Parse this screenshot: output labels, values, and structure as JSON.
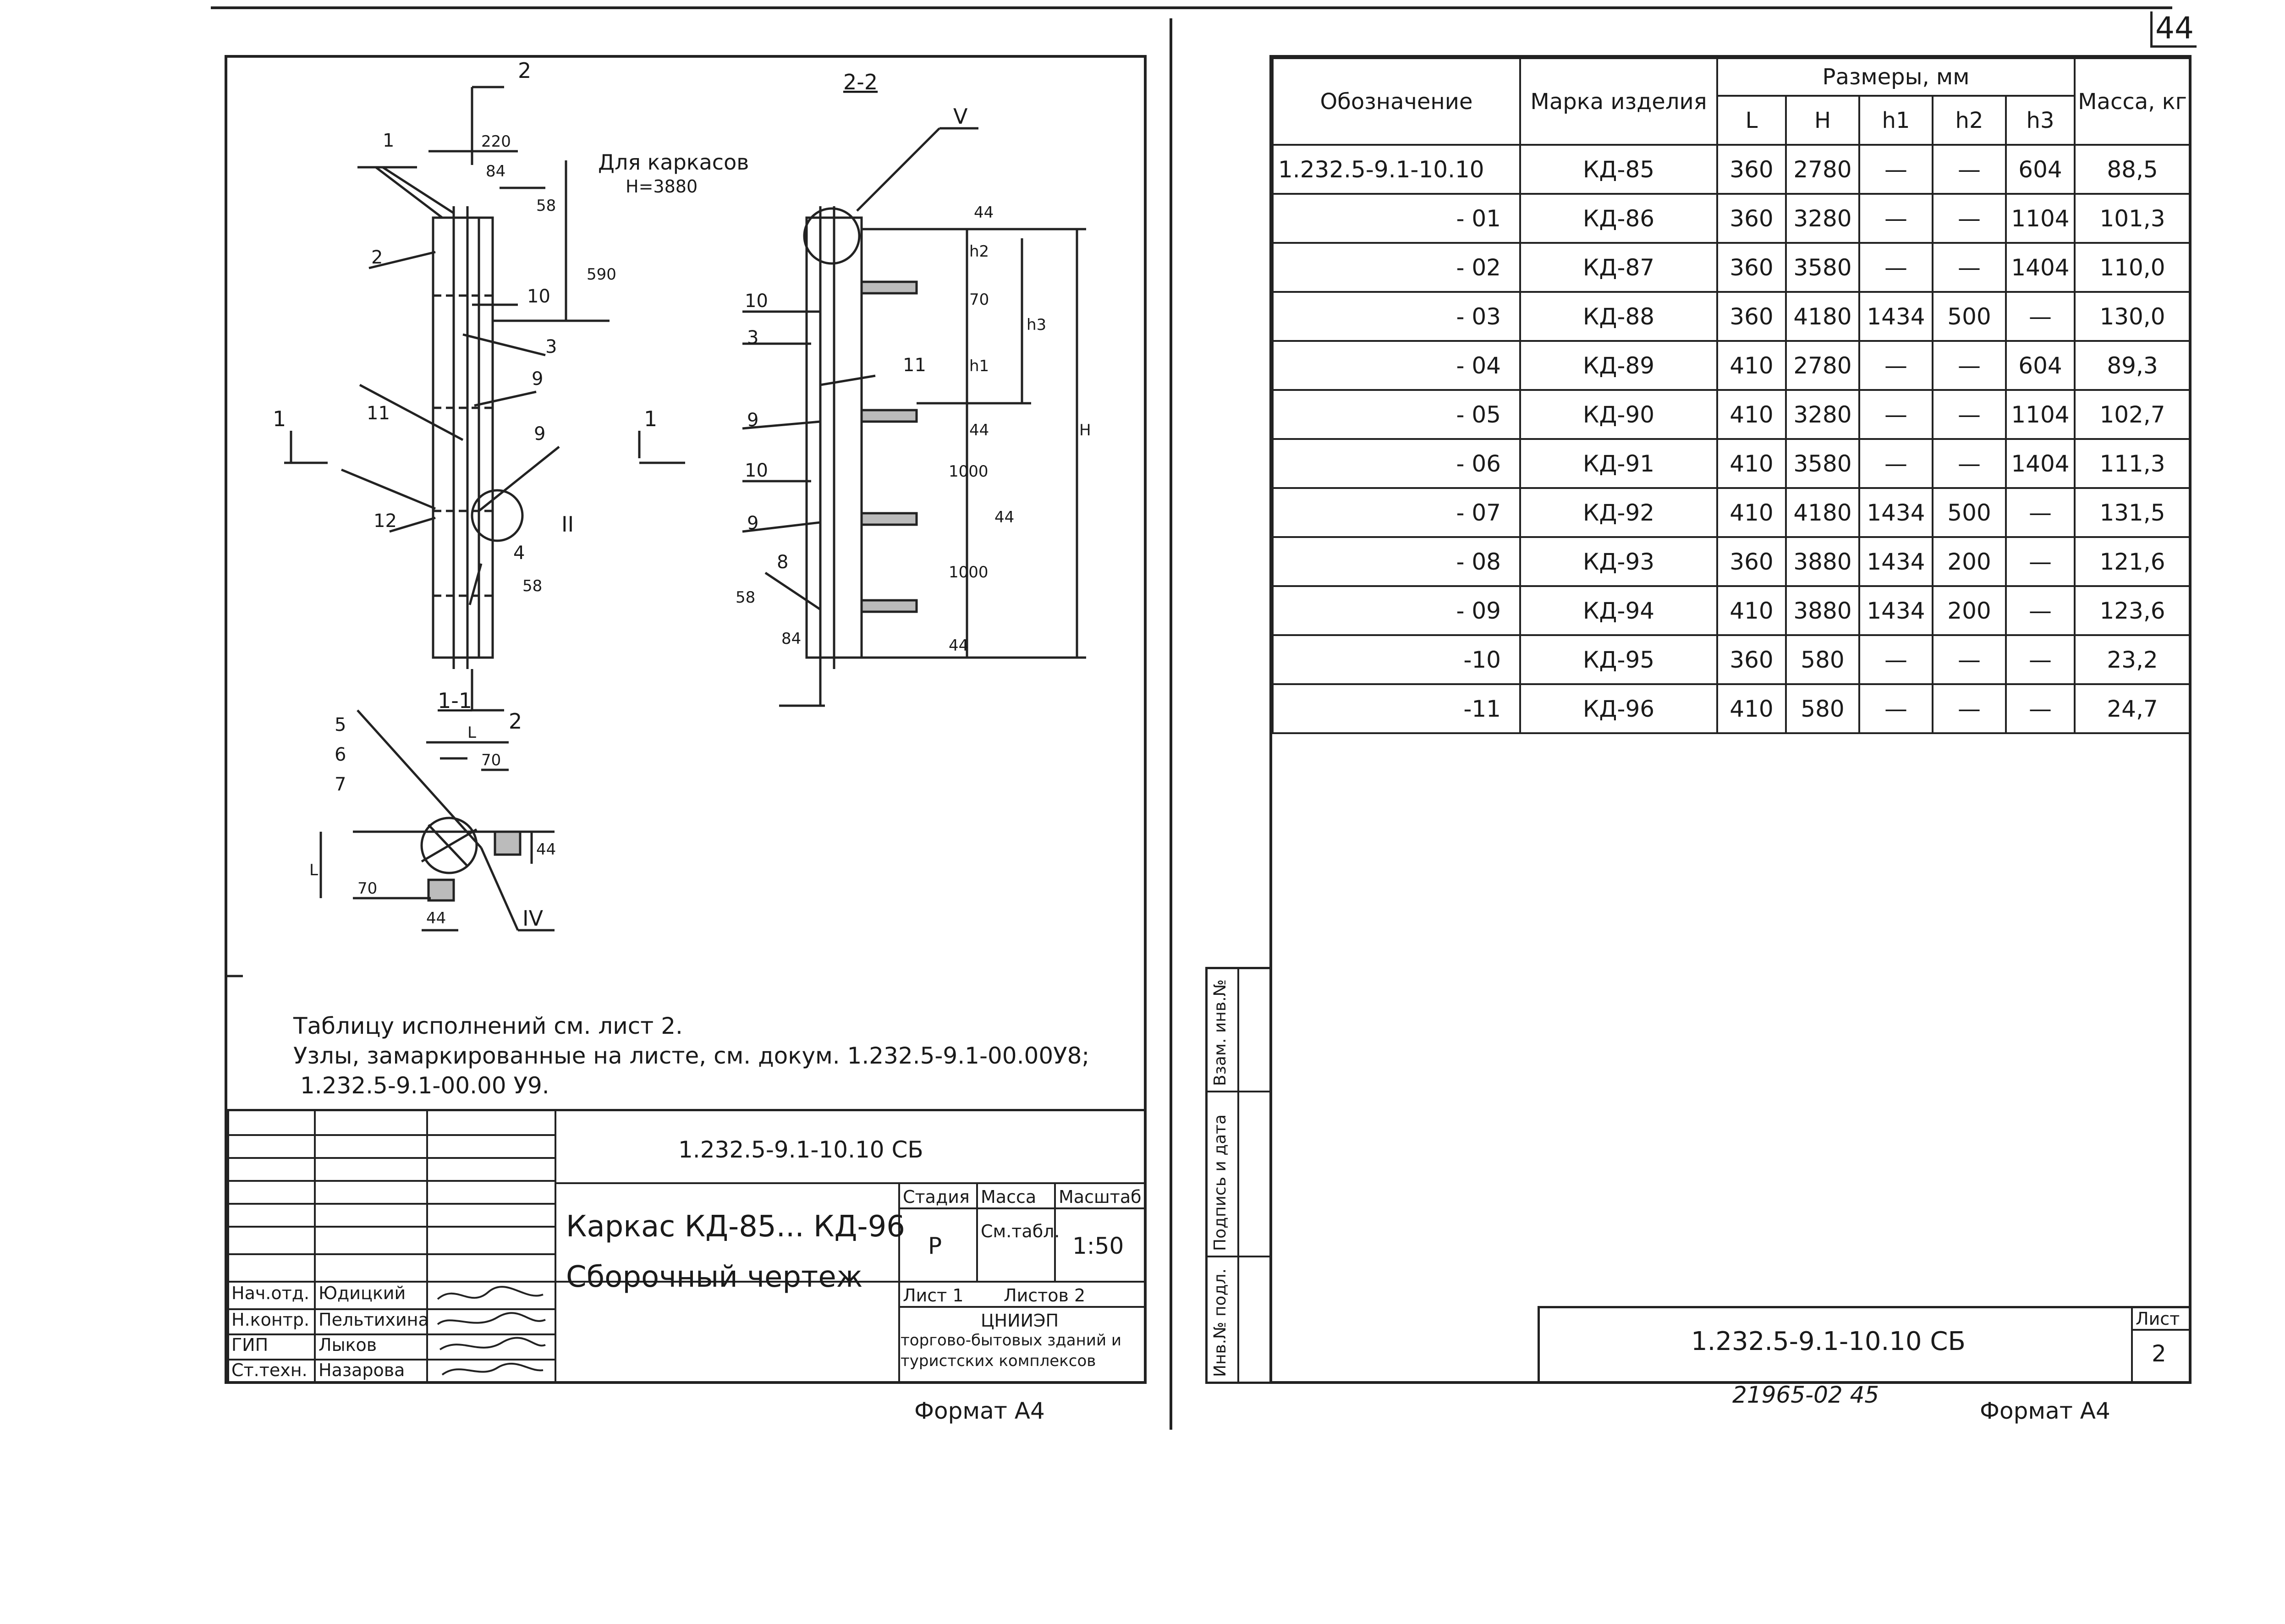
{
  "page_number": "44",
  "left_sheet": {
    "section_2_2": "2-2",
    "section_1_1": "1-1",
    "cut_mark_2": "2",
    "cut_mark_1": "1",
    "frame_note_line1": "Для каркасов",
    "frame_note_line2": "H=3880",
    "dims_left": [
      "220",
      "84",
      "58",
      "590",
      "58"
    ],
    "dims_right": [
      "44",
      "h2",
      "70",
      "h3",
      "h1",
      "H",
      "44",
      "1000",
      "44",
      "1000",
      "58",
      "84",
      "44"
    ],
    "dims_section": [
      "L",
      "70",
      "44",
      "L",
      "70",
      "44"
    ],
    "callouts_left": [
      "1",
      "2",
      "10",
      "3",
      "9",
      "11",
      "9",
      "12",
      "4",
      "II"
    ],
    "callouts_right": [
      "V",
      "10",
      "3",
      "11",
      "9",
      "10",
      "9",
      "8"
    ],
    "callouts_section": [
      "5",
      "6",
      "7",
      "IV"
    ],
    "notes": [
      "Таблицу исполнений см. лист 2.",
      "Узлы, замаркированные на листе, см. докум. 1.232.5-9.1-00.00У8;",
      "1.232.5-9.1-00.00 У9."
    ],
    "title_block": {
      "doc_code": "1.232.5-9.1-10.10 СБ",
      "title_line1": "Каркас КД-85... КД-96",
      "title_line2": "Сборочный чертеж",
      "stage_label": "Стадия",
      "mass_label": "Масса",
      "scale_label": "Масштаб",
      "stage": "Р",
      "mass": "См.табл.",
      "scale": "1:50",
      "sheet": "Лист 1",
      "sheets": "Листов 2",
      "org_line1": "ЦНИИЭП",
      "org_line2": "торгово-бытовых зданий и",
      "org_line3": "туристских комплексов",
      "staff": [
        {
          "role": "Нач.отд.",
          "name": "Юдицкий"
        },
        {
          "role": "Н.контр.",
          "name": "Пельтихина"
        },
        {
          "role": "ГИП",
          "name": "Лыков"
        },
        {
          "role": "Ст.техн.",
          "name": "Назарова"
        }
      ]
    },
    "format": "Формат А4"
  },
  "right_sheet": {
    "table_headers": {
      "designation": "Обозначение",
      "brand": "Марка изделия",
      "sizes": "Размеры, мм",
      "mass": "Масса, кг",
      "L": "L",
      "H": "H",
      "h1": "h1",
      "h2": "h2",
      "h3": "h3"
    },
    "rows": [
      {
        "des": "1.232.5-9.1-10.10",
        "brand": "КД-85",
        "L": "360",
        "H": "2780",
        "h1": "—",
        "h2": "—",
        "h3": "604",
        "mass": "88,5"
      },
      {
        "des": "- 01",
        "brand": "КД-86",
        "L": "360",
        "H": "3280",
        "h1": "—",
        "h2": "—",
        "h3": "1104",
        "mass": "101,3"
      },
      {
        "des": "- 02",
        "brand": "КД-87",
        "L": "360",
        "H": "3580",
        "h1": "—",
        "h2": "—",
        "h3": "1404",
        "mass": "110,0"
      },
      {
        "des": "- 03",
        "brand": "КД-88",
        "L": "360",
        "H": "4180",
        "h1": "1434",
        "h2": "500",
        "h3": "—",
        "mass": "130,0"
      },
      {
        "des": "- 04",
        "brand": "КД-89",
        "L": "410",
        "H": "2780",
        "h1": "—",
        "h2": "—",
        "h3": "604",
        "mass": "89,3"
      },
      {
        "des": "- 05",
        "brand": "КД-90",
        "L": "410",
        "H": "3280",
        "h1": "—",
        "h2": "—",
        "h3": "1104",
        "mass": "102,7"
      },
      {
        "des": "- 06",
        "brand": "КД-91",
        "L": "410",
        "H": "3580",
        "h1": "—",
        "h2": "—",
        "h3": "1404",
        "mass": "111,3"
      },
      {
        "des": "- 07",
        "brand": "КД-92",
        "L": "410",
        "H": "4180",
        "h1": "1434",
        "h2": "500",
        "h3": "—",
        "mass": "131,5"
      },
      {
        "des": "- 08",
        "brand": "КД-93",
        "L": "360",
        "H": "3880",
        "h1": "1434",
        "h2": "200",
        "h3": "—",
        "mass": "121,6"
      },
      {
        "des": "- 09",
        "brand": "КД-94",
        "L": "410",
        "H": "3880",
        "h1": "1434",
        "h2": "200",
        "h3": "—",
        "mass": "123,6"
      },
      {
        "des": "-10",
        "brand": "КД-95",
        "L": "360",
        "H": "580",
        "h1": "—",
        "h2": "—",
        "h3": "—",
        "mass": "23,2"
      },
      {
        "des": "-11",
        "brand": "КД-96",
        "L": "410",
        "H": "580",
        "h1": "—",
        "h2": "—",
        "h3": "—",
        "mass": "24,7"
      }
    ],
    "side_labels": [
      "Инв.№ подл.",
      "Подпись и дата",
      "Взам. инв.№"
    ],
    "doc_code": "1.232.5-9.1-10.10 СБ",
    "sheet_label": "Лист",
    "sheet_number": "2",
    "archive_number": "21965-02   45",
    "format": "Формат А4"
  }
}
